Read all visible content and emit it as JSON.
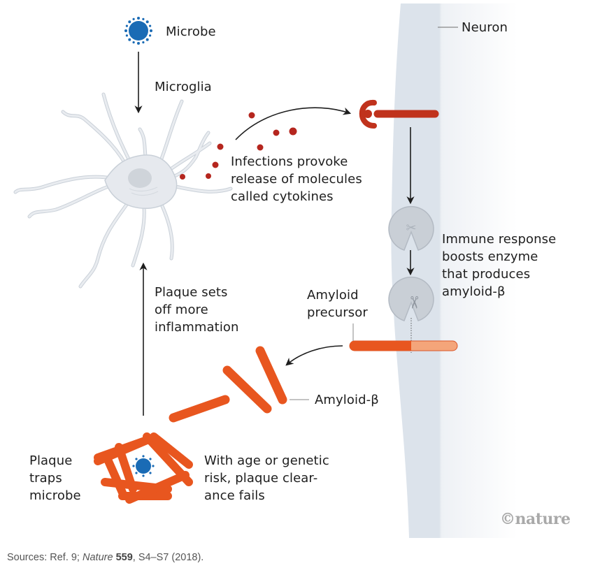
{
  "figure": {
    "labels": {
      "microbe": "Microbe",
      "microglia": "Microglia",
      "neuron": "Neuron",
      "cytokines": "Infections provoke\nrelease of molecules\ncalled cytokines",
      "immune_response": "Immune response\nboosts enzyme\nthat produces\namyloid-β",
      "amyloid_precursor": "Amyloid\nprecursor",
      "plaque_inflammation": "Plaque sets\noff more\ninflammation",
      "amyloid_beta": "Amyloid-β",
      "plaque_traps": "Plaque\ntraps\nmicrobe",
      "clearance_fails": "With age or genetic\nrisk, plaque clear-\nance fails"
    },
    "brand": "©nature",
    "colors": {
      "microbe": "#1a6bb5",
      "cytokine": "#b5261e",
      "receptor": "#c0321c",
      "amyloid": "#e8561f",
      "amyloid_light": "#f4a57a",
      "neuron_band": "#dde3ea",
      "microglia": "#e6e9ee",
      "enzyme": "#c9cfd6"
    }
  },
  "caption": {
    "prefix": "Sources: Ref. 9; ",
    "journal": "Nature",
    "volume": "559",
    "suffix": ", S4–S7 (2018)."
  }
}
